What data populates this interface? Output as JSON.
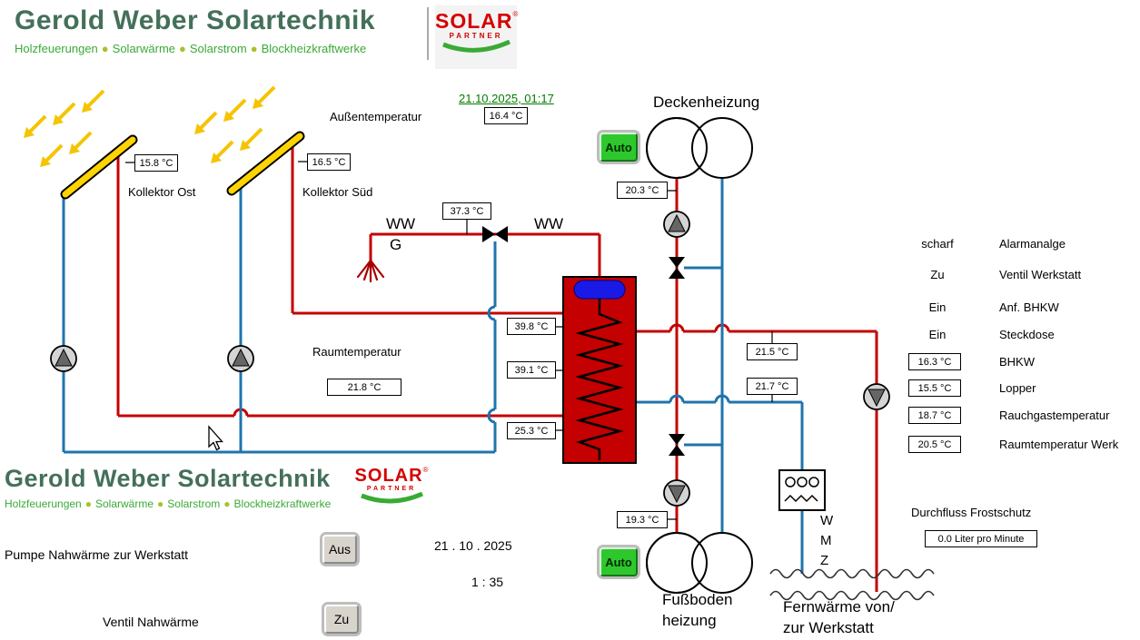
{
  "logo": {
    "company": "Gerold Weber Solartechnik",
    "tagline": [
      "Holzfeuerungen",
      "Solarwärme",
      "Solarstrom",
      "Blockheizkraftwerke"
    ],
    "badge": {
      "solar": "SOLAR",
      "partner": "PARTNER",
      "reg": "®"
    }
  },
  "header": {
    "datetime": "21.10.2025,  01:17",
    "outdoor_label": "Außentemperatur",
    "outdoor_value": "16.4 °C"
  },
  "collectors": {
    "ost_label": "Kollektor Ost",
    "ost_value": "15.8 °C",
    "sued_label": "Kollektor Süd",
    "sued_value": "16.5 °C"
  },
  "ww": {
    "left": "WW",
    "right": "WW",
    "g": "G",
    "temp": "37.3 °C"
  },
  "ceiling": {
    "title": "Deckenheizung",
    "auto": "Auto",
    "temp": "20.3 °C"
  },
  "floor": {
    "title1": "Fußboden",
    "title2": "heizung",
    "auto": "Auto",
    "temp": "19.3 °C"
  },
  "room": {
    "label": "Raumtemperatur",
    "value": "21.8 °C"
  },
  "tank": {
    "top": "39.8 °C",
    "mid": "39.1 °C",
    "bottom": "25.3 °C"
  },
  "loop": {
    "supply": "21.5 °C",
    "return": "21.7 °C"
  },
  "remote": {
    "line1": "Fernwärme von/",
    "line2": "zur Werkstatt",
    "w": "W",
    "m": "M",
    "z": "Z"
  },
  "status": {
    "rows": [
      {
        "state": "scharf",
        "label": "Alarmanalge"
      },
      {
        "state": "Zu",
        "label": "Ventil Werkstatt"
      },
      {
        "state": "Ein",
        "label": "Anf. BHKW"
      },
      {
        "state": "Ein",
        "label": "Steckdose"
      }
    ],
    "temps": [
      {
        "value": "16.3 °C",
        "label": "BHKW"
      },
      {
        "value": "15.5 °C",
        "label": "Lopper"
      },
      {
        "value": "18.7 °C",
        "label": "Rauchgastemperatur"
      },
      {
        "value": "20.5 °C",
        "label": "Raumtemperatur Werk"
      }
    ]
  },
  "frost": {
    "label": "Durchfluss Frostschutz",
    "value": "0.0 Liter pro Minute"
  },
  "footer": {
    "pump_label": "Pumpe  Nahwärme zur Werkstatt",
    "pump_state": "Aus",
    "valve_label": "Ventil Nahwärme",
    "valve_state": "Zu",
    "date": "21 . 10 .  2025",
    "time": "1  :  35"
  }
}
